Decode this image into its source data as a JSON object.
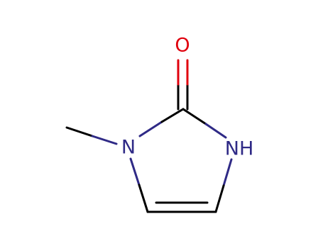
{
  "molecule": {
    "atoms": {
      "oxygen": {
        "label": "O",
        "color": "#e0000d"
      },
      "n_methyl": {
        "label": "N",
        "color": "#2f2a86"
      },
      "nh": {
        "label": "NH",
        "color": "#2f2a86"
      }
    },
    "bond_color": "#000000",
    "nitrogen_bond_color": "#2f2a86",
    "oxygen_bond_color": "#e0000d"
  }
}
